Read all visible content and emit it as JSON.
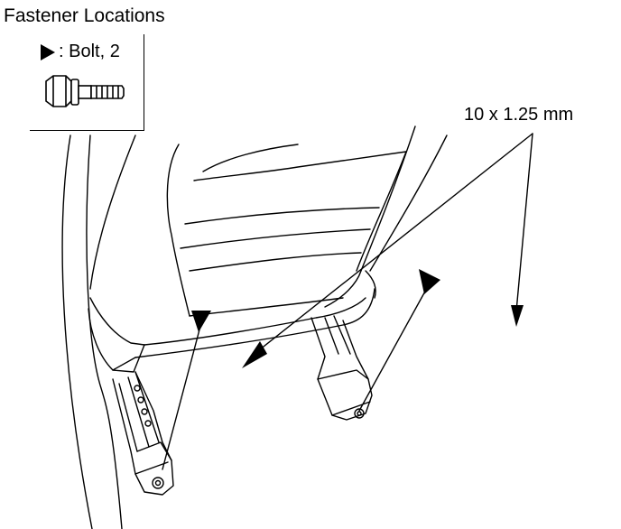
{
  "title": "Fastener Locations",
  "legend": {
    "symbol": "triangle-marker-icon",
    "label": ": Bolt, 2",
    "bolt_icon": "bolt-icon"
  },
  "callout": {
    "spec_label": "10 x 1.25 mm"
  }
}
